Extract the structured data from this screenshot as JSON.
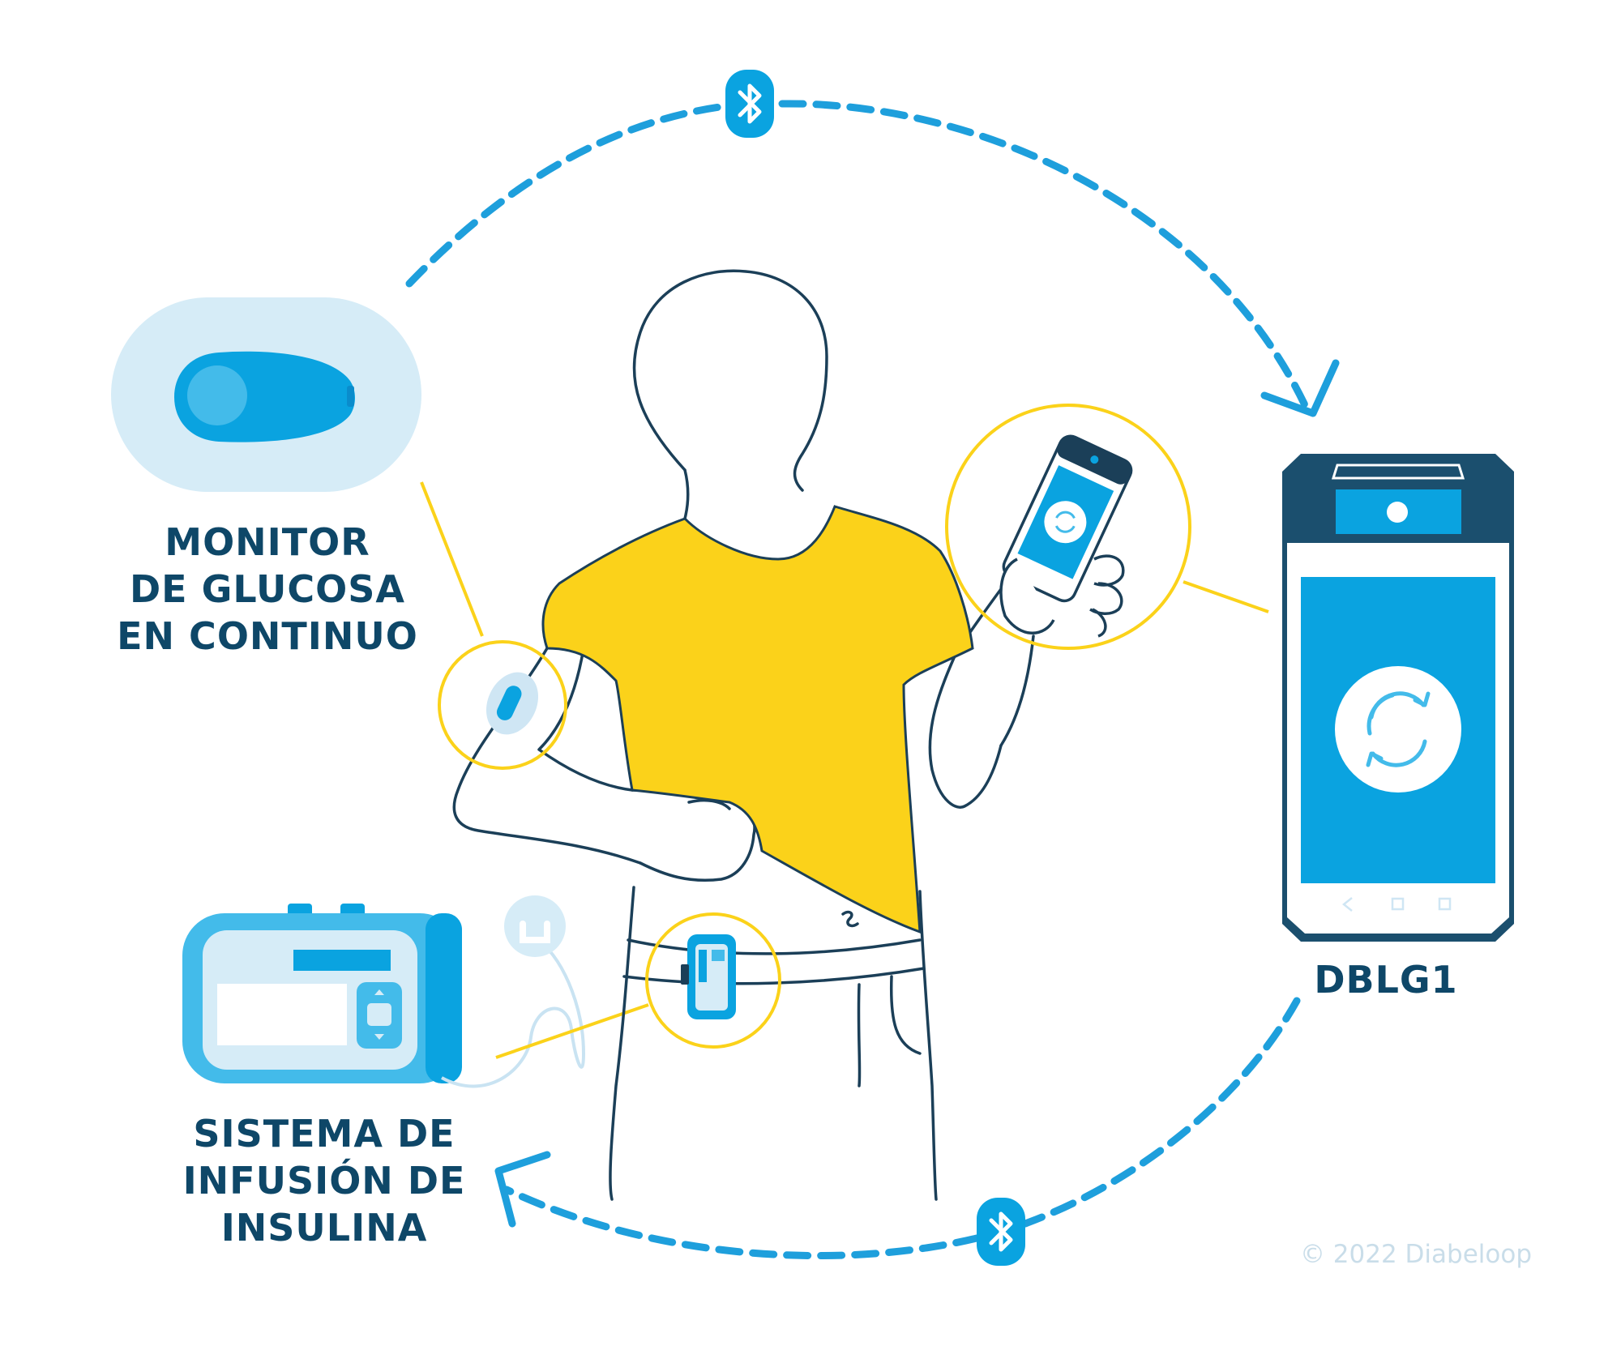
{
  "labels": {
    "cgm": [
      "MONITOR",
      "DE GLUCOSA",
      "EN CONTINUO"
    ],
    "pump": [
      "SISTEMA DE",
      "INFUSIÓN DE",
      "INSULINA"
    ],
    "dblg": "DBLG1"
  },
  "copyright": "© 2022 Diabeloop",
  "colors": {
    "navy": "#0e4768",
    "blue": "#0aa3e0",
    "light_blue": "#d6ecf7",
    "mid_blue": "#43bbea",
    "yellow": "#fbd21a",
    "outline": "#1b3f58",
    "dash": "#1e9fdc"
  },
  "icons": [
    "bluetooth-icon",
    "bluetooth-icon",
    "sync-icon",
    "glucose-sensor-icon",
    "insulin-pump-icon",
    "smartphone-icon"
  ]
}
